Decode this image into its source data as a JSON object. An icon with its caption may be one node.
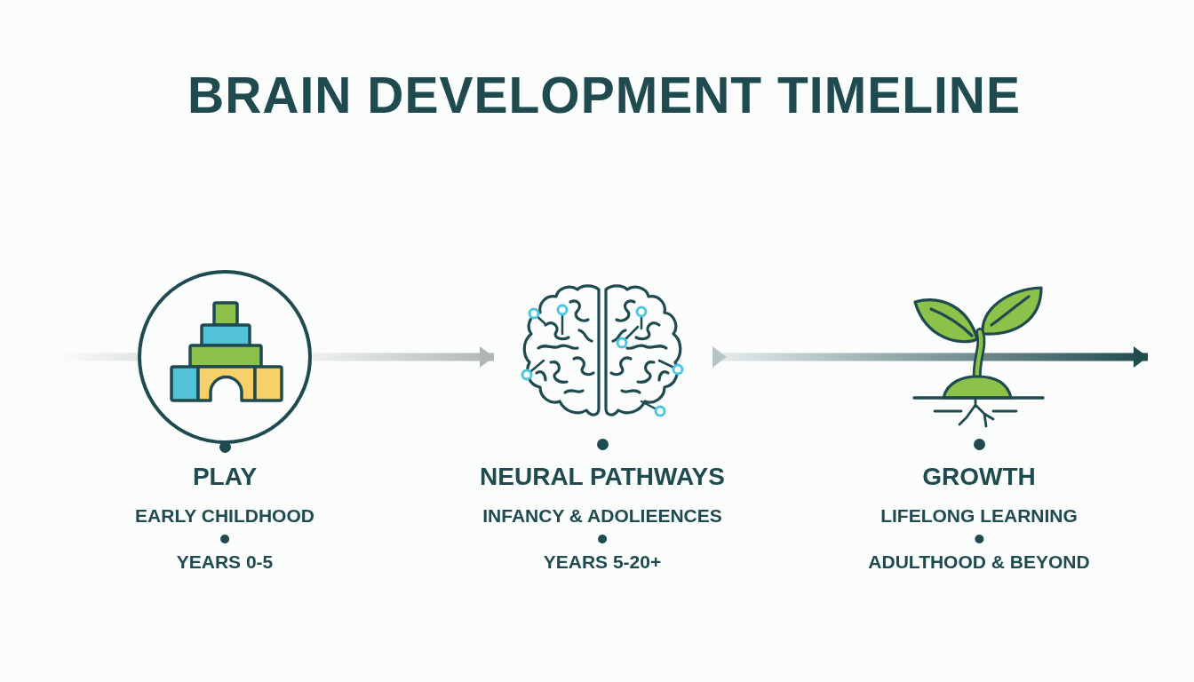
{
  "diagram": {
    "title": "BRAIN DEVELOPMENT TIMELINE",
    "nodes": [
      {
        "text": [],
        "shape": "circle",
        "beside": [
          "PLAY",
          "EARLY CHILDHOOD",
          "YEARS 0-5"
        ]
      },
      {
        "text": [],
        "shape": "picture",
        "beside": [
          "NEURAL PATHWAYS",
          "INFANCY & ADOLIEENCES",
          "YEARS 5-20+"
        ]
      },
      {
        "text": [],
        "shape": "picture",
        "beside": [
          "GROWTH",
          "LIFELONG LEARNING",
          "ADULTHOOD & BEYOND"
        ]
      }
    ],
    "edges": [
      {
        "from": null,
        "to": 0,
        "arrow": "none"
      },
      {
        "from": 0,
        "to": 1,
        "arrow": "to"
      },
      {
        "from": 1,
        "to": null,
        "arrow": "to"
      }
    ]
  }
}
